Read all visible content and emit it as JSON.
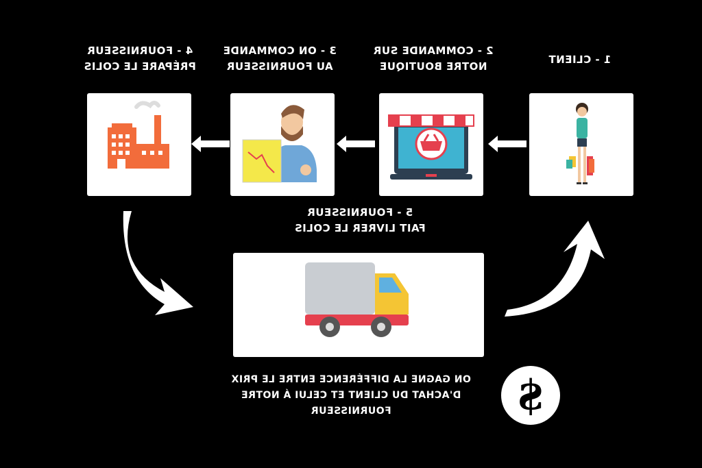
{
  "steps": [
    {
      "id": "client",
      "lines": [
        "1 - CLIENT"
      ]
    },
    {
      "id": "order",
      "lines": [
        "2 - COMMANDE SUR",
        "NOTRE BOUTIQUE"
      ]
    },
    {
      "id": "supplier_order",
      "lines": [
        "3 - ON COMMANDE",
        "AU FOURNISSEUR"
      ]
    },
    {
      "id": "prepare",
      "lines": [
        "4 - FOURNISSEUR",
        "PRÉPARE LE COLIS"
      ]
    },
    {
      "id": "deliver",
      "lines": [
        "5 - FOURNISSEUR",
        "FAIT LIVRER LE COLIS"
      ]
    }
  ],
  "profit": {
    "lines": [
      "ON GAGNE LA DIFFÉRENCE ENTRE LE PRIX",
      "D'ACHAT DU CLIENT ET CELUI Á NOTRE",
      "FOURNISSEUR"
    ],
    "symbol": "$"
  },
  "icons": [
    "shopper-icon",
    "shop-laptop-icon",
    "supplier-man-icon",
    "factory-icon",
    "delivery-truck-icon",
    "dollar-icon"
  ],
  "colors": {
    "background": "#000000",
    "box": "#ffffff",
    "accent_orange": "#f26c3b",
    "truck_red": "#e5404e",
    "truck_yellow": "#f4c534"
  }
}
